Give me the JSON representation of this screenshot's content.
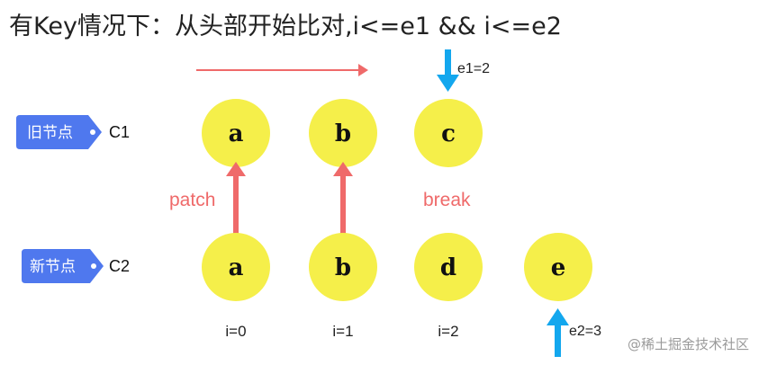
{
  "title": "有Key情况下：从头部开始比对,i<=e1 && i<=e2",
  "old_row": {
    "tag": "旧节点",
    "label": "C1",
    "nodes": [
      "a",
      "b",
      "c"
    ]
  },
  "new_row": {
    "tag": "新节点",
    "label": "C2",
    "nodes": [
      "a",
      "b",
      "d",
      "e"
    ]
  },
  "labels": {
    "patch": "patch",
    "break": "break",
    "e1": "e1=2",
    "e2": "e2=3"
  },
  "indices": [
    "i=0",
    "i=1",
    "i=2"
  ],
  "watermark": "@稀土掘金技术社区",
  "colors": {
    "node_fill": "#f5ef4a",
    "tag_fill": "#4f78ee",
    "arrow_red": "#ef6a6a",
    "arrow_blue": "#13a7ee"
  }
}
